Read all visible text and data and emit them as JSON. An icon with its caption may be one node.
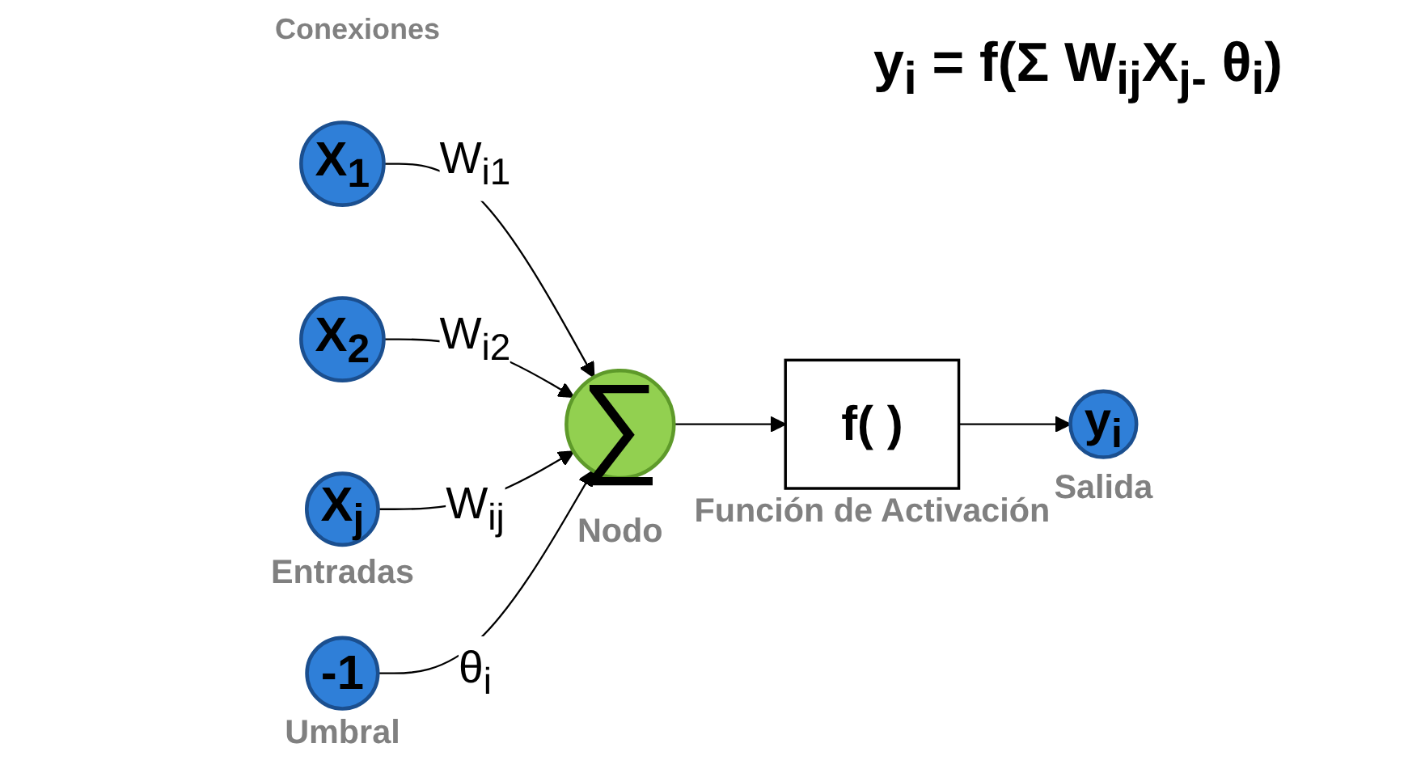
{
  "diagram": {
    "nodes": [
      {
        "text": [
          "X$_{1}$"
        ]
      },
      {
        "text": [
          "X$_{2}$"
        ]
      },
      {
        "text": [
          "X$_{j}$"
        ],
        "beside": [
          "Entradas"
        ]
      },
      {
        "text": [
          "-1"
        ],
        "beside": [
          "Umbral"
        ]
      },
      {
        "text": [
          "∑"
        ],
        "beside": [
          "Nodo"
        ]
      },
      {
        "text": [
          "f( )"
        ],
        "beside": [
          "Función de Activación"
        ]
      },
      {
        "text": [
          "y$_{i}$"
        ],
        "beside": [
          "Salida"
        ]
      }
    ],
    "edges": [
      {
        "from": 0,
        "to": 4,
        "arrow": "to",
        "label": "W$_{i1}$"
      },
      {
        "from": 1,
        "to": 4,
        "arrow": "to",
        "label": "W$_{i2}$"
      },
      {
        "from": 2,
        "to": 4,
        "arrow": "to",
        "label": "W$_{ij}$"
      },
      {
        "from": 3,
        "to": 4,
        "arrow": "to",
        "label": "θ$_{i}$"
      },
      {
        "from": 4,
        "to": 5,
        "arrow": "to"
      },
      {
        "from": 5,
        "to": 6,
        "arrow": "to"
      }
    ],
    "labels": [
      "Conexiones",
      "y$_{i}$ = f(Σ W$_{ij}$X$_{j-}$ θ$_{i}$)"
    ]
  }
}
